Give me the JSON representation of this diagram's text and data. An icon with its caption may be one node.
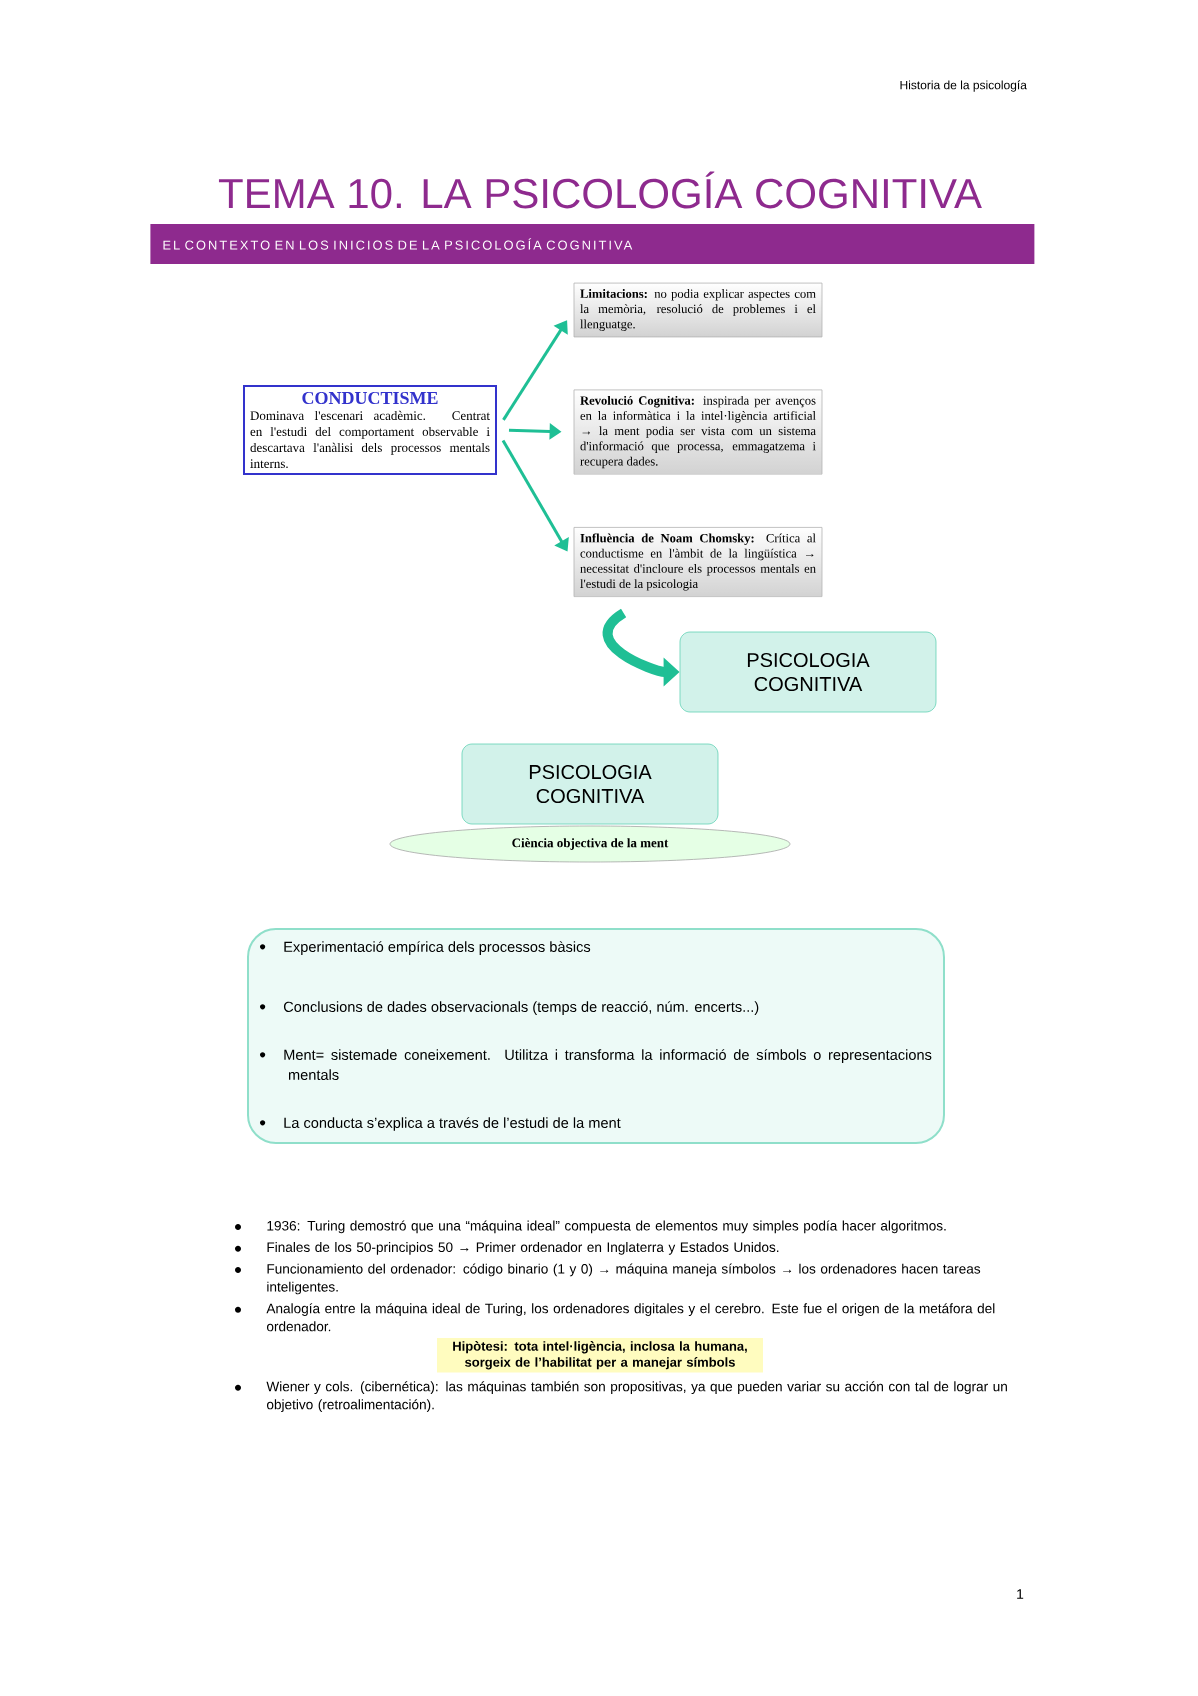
{
  "diagram": {
    "title": "TEMA 10. LA PSICOLOGÍA COGNITIVA",
    "nodes": [
      {
        "text": [
          "CONDUCTISME",
          "Dominava l'escenari acadèmic. Centrat en l'estudi del comportament observable i descartava l'anàlisi dels processos mentals interns."
        ]
      },
      {
        "text": [
          "**Limitacions:** no podia explicar aspectes com la memòria, resolució de problemes i el llenguatge."
        ]
      },
      {
        "text": [
          "**Revolució Cognitiva:** inspirada per avenços en la informàtica i la intel·ligència artificial → la ment podia ser vista com un sistema d'informació que processa, emmagatzema i recupera dades."
        ]
      },
      {
        "text": [
          "**Influència de Noam Chomsky:** Crítica al conductisme en l'àmbit de la lingüística → necessitat d'incloure els processos mentals en l'estudi de la psicologia"
        ]
      },
      {
        "text": [
          "PSICOLOGIA COGNITIVA"
        ]
      },
      {
        "text": [
          "PSICOLOGIA COGNITIVA"
        ]
      },
      {
        "text": [
          "Ciència objectiva de la ment"
        ]
      },
      {
        "text": [
          "Experimentació empírica dels processos bàsics",
          "Conclusions de dades observacionals (temps de reacció, núm. encerts...)",
          "Ment= sistemade coneixement. Utilitza i transforma la informació de símbols o representacions mentals",
          "La conducta s’explica a través de l’estudi de la ment"
        ]
      }
    ],
    "edges": [
      {
        "from": 0,
        "to": 1,
        "arrow": "to"
      },
      {
        "from": 0,
        "to": 2,
        "arrow": "to"
      },
      {
        "from": 0,
        "to": 3,
        "arrow": "to"
      },
      {
        "from": 3,
        "to": 4,
        "arrow": "to",
        "style": "thick"
      }
    ],
    "labels": [
      "Historia de la psicología",
      "EL CONTEXTO EN LOS INICIOS DE LA PSICOLOGÍA COGNITIVA",
      "1936: Turing demostró que una “máquina ideal” compuesta de elementos muy simples podía hacer algoritmos.",
      "Finales de los 50-principios 50 → Primer ordenador en Inglaterra y Estados Unidos.",
      "Funcionamiento del ordenador: código binario (1 y 0) → máquina maneja símbolos → los ordenadores hacen tareas inteligentes.",
      "Analogía entre la máquina ideal de Turing, los ordenadores digitales y el cerebro. Este fue el origen de la metáfora del ordenador.",
      "Hipòtesi: tota intel·ligència, inclosa la humana, sorgeix de l’habilitat per a manejar símbols",
      "Wiener y cols. (cibernética): las máquinas también son propositivas, ya que pueden variar su acción con tal de lograr un objetivo (retroalimentación).",
      "1"
    ]
  }
}
